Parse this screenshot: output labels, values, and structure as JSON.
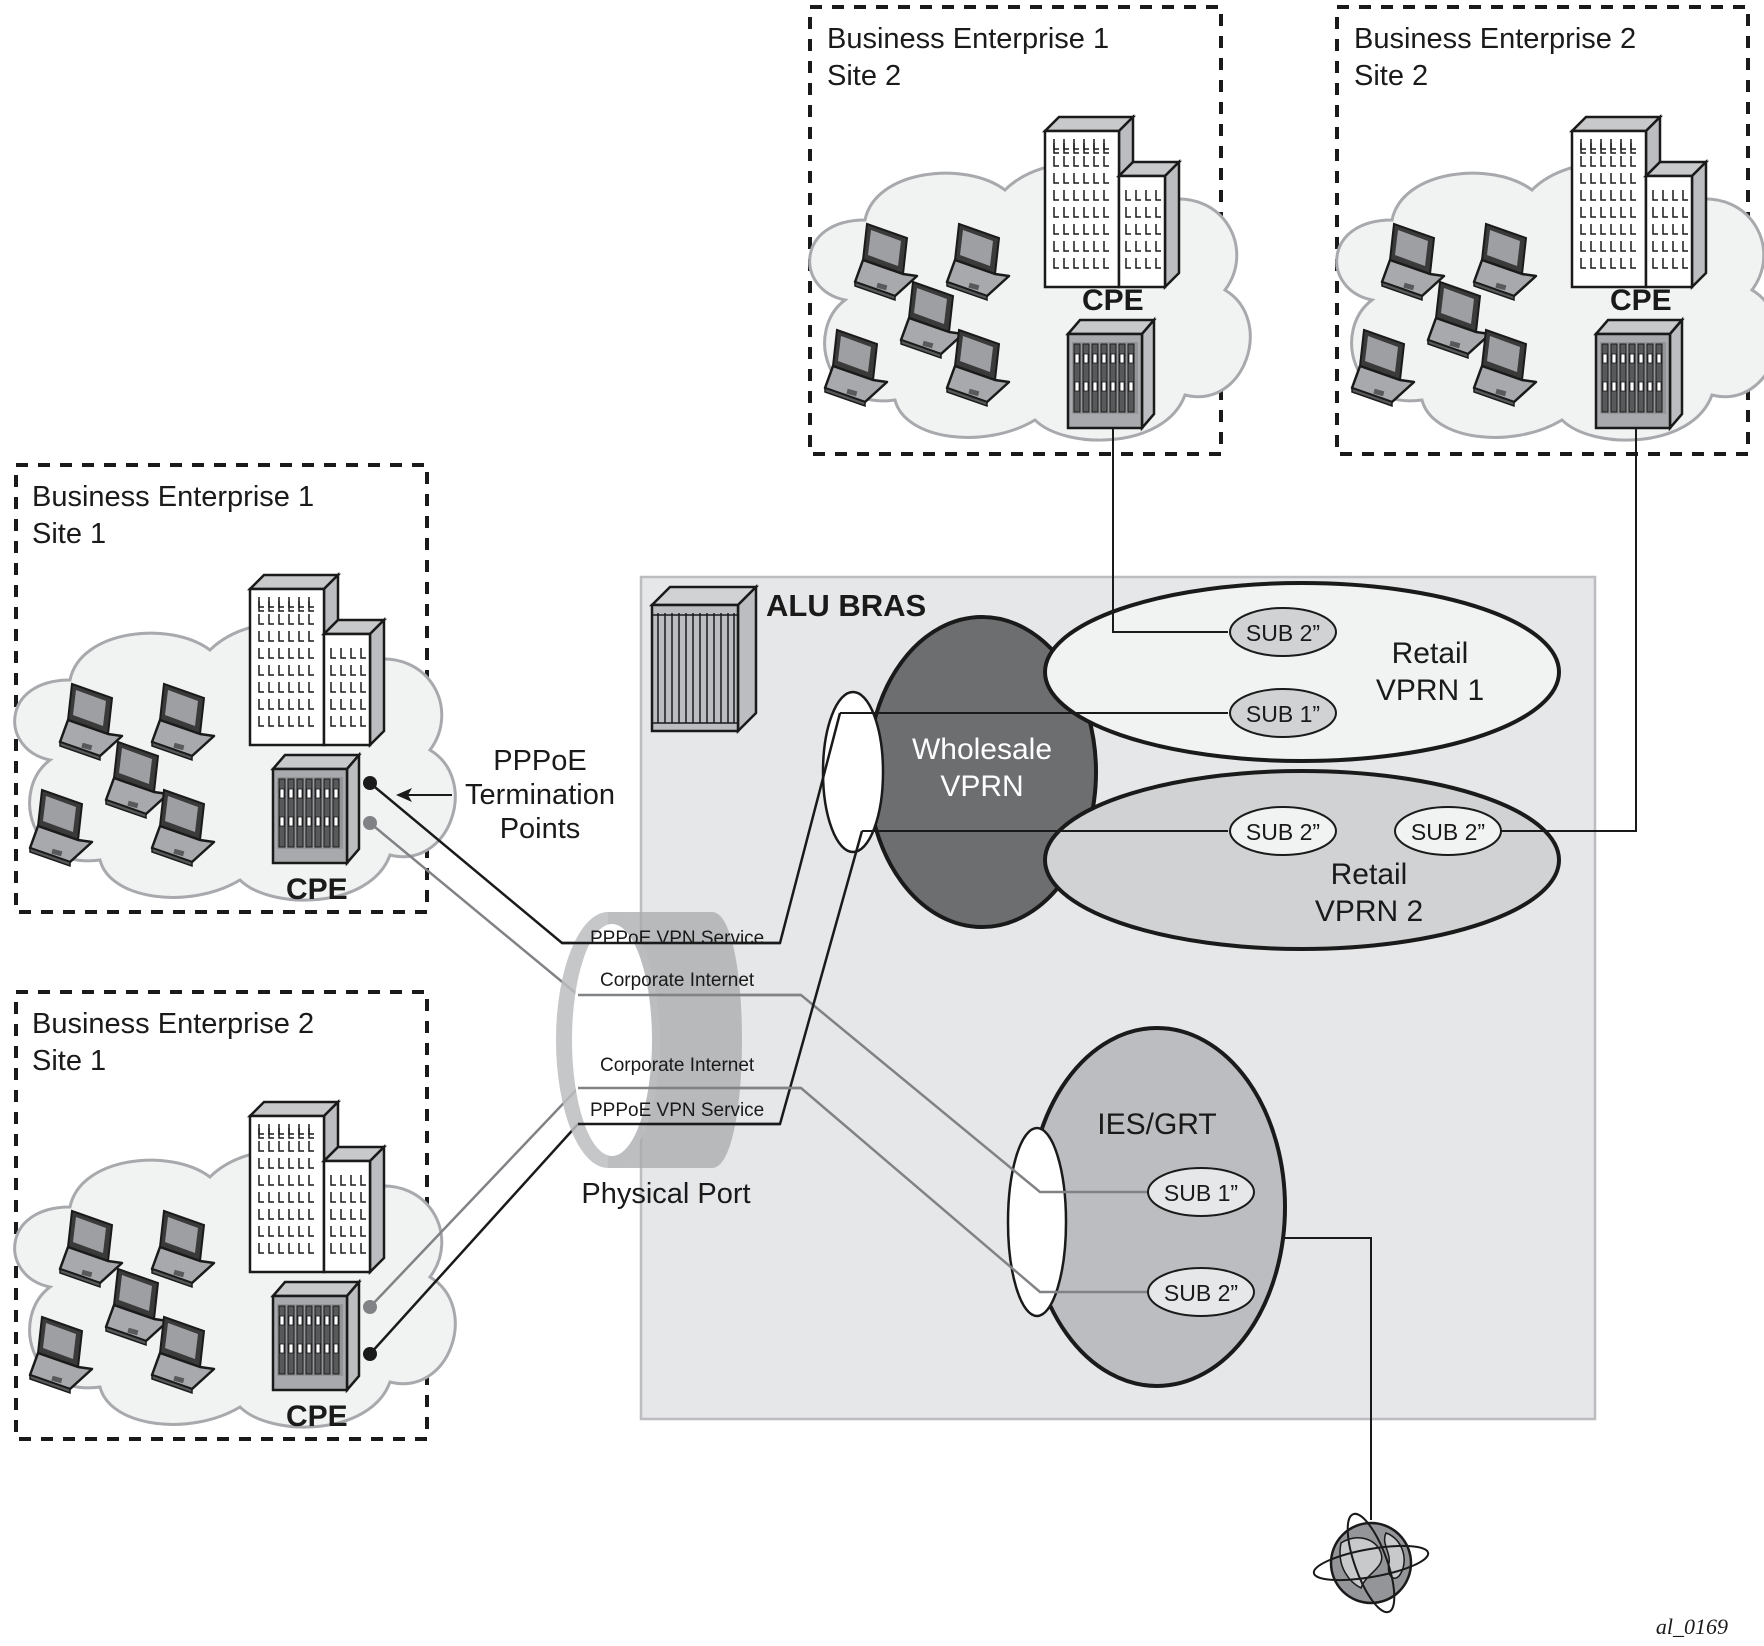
{
  "diagram": {
    "figure_id": "al_0169",
    "sites": [
      {
        "id": "be1s1",
        "line1": "Business Enterprise 1",
        "line2": "Site 1",
        "cpe_label": "CPE"
      },
      {
        "id": "be2s1",
        "line1": "Business Enterprise 2",
        "line2": "Site 1",
        "cpe_label": "CPE"
      },
      {
        "id": "be1s2",
        "line1": "Business Enterprise 1",
        "line2": "Site 2",
        "cpe_label": "CPE"
      },
      {
        "id": "be2s2",
        "line1": "Business Enterprise 2",
        "line2": "Site 2",
        "cpe_label": "CPE"
      }
    ],
    "termination": {
      "line1": "PPPoE",
      "line2": "Termination",
      "line3": "Points"
    },
    "bras": {
      "label": "ALU BRAS"
    },
    "physical_port": {
      "label": "Physical Port"
    },
    "port_channels": {
      "top_pppoe": "PPPoE VPN Service",
      "top_internet": "Corporate Internet",
      "bottom_internet": "Corporate Internet",
      "bottom_pppoe": "PPPoE VPN Service"
    },
    "wholesale": {
      "line1": "Wholesale",
      "line2": "VPRN"
    },
    "retail1": {
      "line1": "Retail",
      "line2": "VPRN 1",
      "subs": [
        "SUB 2”",
        "SUB 1”"
      ]
    },
    "retail2": {
      "line1": "Retail",
      "line2": "VPRN 2",
      "subs": [
        "SUB 2”",
        "SUB 2”"
      ]
    },
    "ies": {
      "label": "IES/GRT",
      "subs": [
        "SUB 1”",
        "SUB 2”"
      ]
    },
    "internet": {
      "icon": "globe-icon"
    },
    "colors": {
      "bras_bg": "#e6e7e8",
      "wholesale_fill": "#6d6e70",
      "retail1_fill": "#f1f2f2",
      "retail2_fill": "#d1d2d4",
      "ies_fill": "#bcbdc0",
      "cloud_fill": "#f1f2f2",
      "line_dark": "#1a1a1a",
      "line_grey": "#808285"
    }
  }
}
